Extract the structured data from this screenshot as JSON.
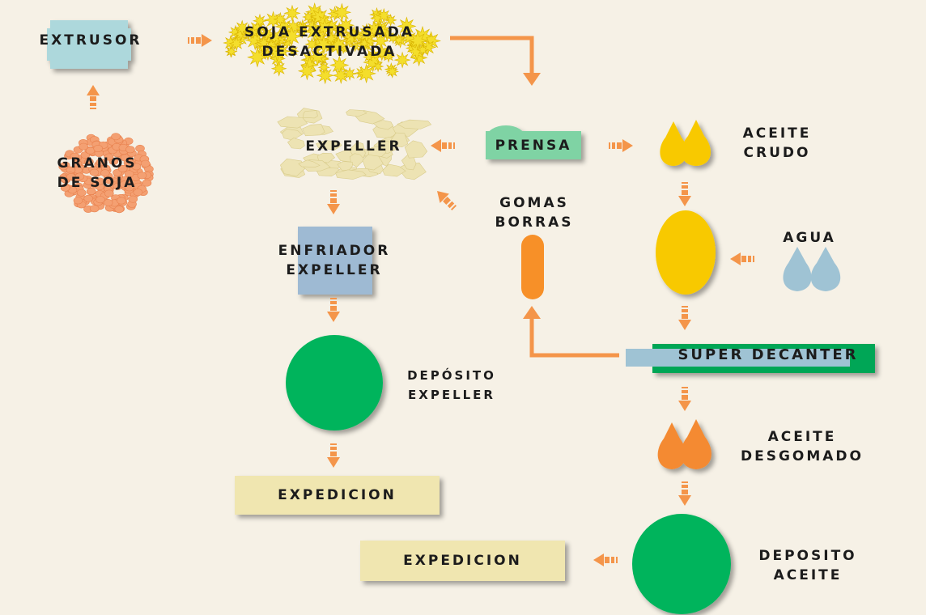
{
  "colors": {
    "background": "#f6f1e6",
    "arrow": "#f4954a",
    "extrusor": "#add8dc",
    "soja_extrusada": "#f4de2c",
    "granos": "#f4a072",
    "expeller": "#ede3b3",
    "prensa": "#7fd3a4",
    "aceite_crudo": "#f8c900",
    "agua": "#9fc3d4",
    "gomas": "#f79028",
    "enfriador": "#9ebad3",
    "deposito": "#00b45c",
    "decanter": "#00a656",
    "decanter_inner": "#9fc3d4",
    "expedicion": "#f0e6b0",
    "aceite_desgomado": "#f48a32"
  },
  "nodes": {
    "extrusor": "EXTRUSOR",
    "soja_extrusada": [
      "SOJA EXTRUSADA",
      "DESACTIVADA"
    ],
    "granos_soja": [
      "GRANOS",
      "DE SOJA"
    ],
    "expeller": "EXPELLER",
    "prensa": "PRENSA",
    "aceite_crudo": [
      "ACEITE",
      "CRUDO"
    ],
    "gomas_borras": [
      "GOMAS",
      "BORRAS"
    ],
    "agua": "AGUA",
    "enfriador_expeller": [
      "ENFRIADOR",
      "EXPELLER"
    ],
    "deposito_expeller": [
      "DEPÓSITO",
      "EXPELLER"
    ],
    "super_decanter": "SUPER DECANTER",
    "aceite_desgomado": [
      "ACEITE",
      "DESGOMADO"
    ],
    "expedicion_1": "EXPEDICION",
    "expedicion_2": "EXPEDICION",
    "deposito_aceite": [
      "DEPOSITO",
      "ACEITE"
    ]
  }
}
